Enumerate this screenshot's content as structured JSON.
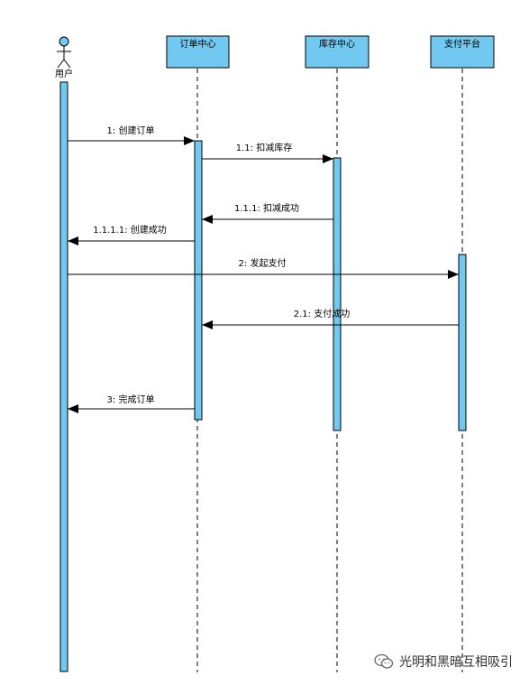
{
  "actors": {
    "user": "用户",
    "order": "订单中心",
    "stock": "库存中心",
    "pay": "支付平台"
  },
  "messages": {
    "m1": "1: 创建订单",
    "m11": "1.1: 扣减库存",
    "m111": "1.1.1: 扣减成功",
    "m1111": "1.1.1.1: 创建成功",
    "m2": "2: 发起支付",
    "m21": "2.1: 支付成功",
    "m3": "3: 完成订单"
  },
  "watermark": {
    "text": "光明和黑暗互相吸引",
    "icon": "wechat-icon"
  },
  "colors": {
    "actor_fill": "#71c8f0",
    "stroke": "#000000"
  }
}
